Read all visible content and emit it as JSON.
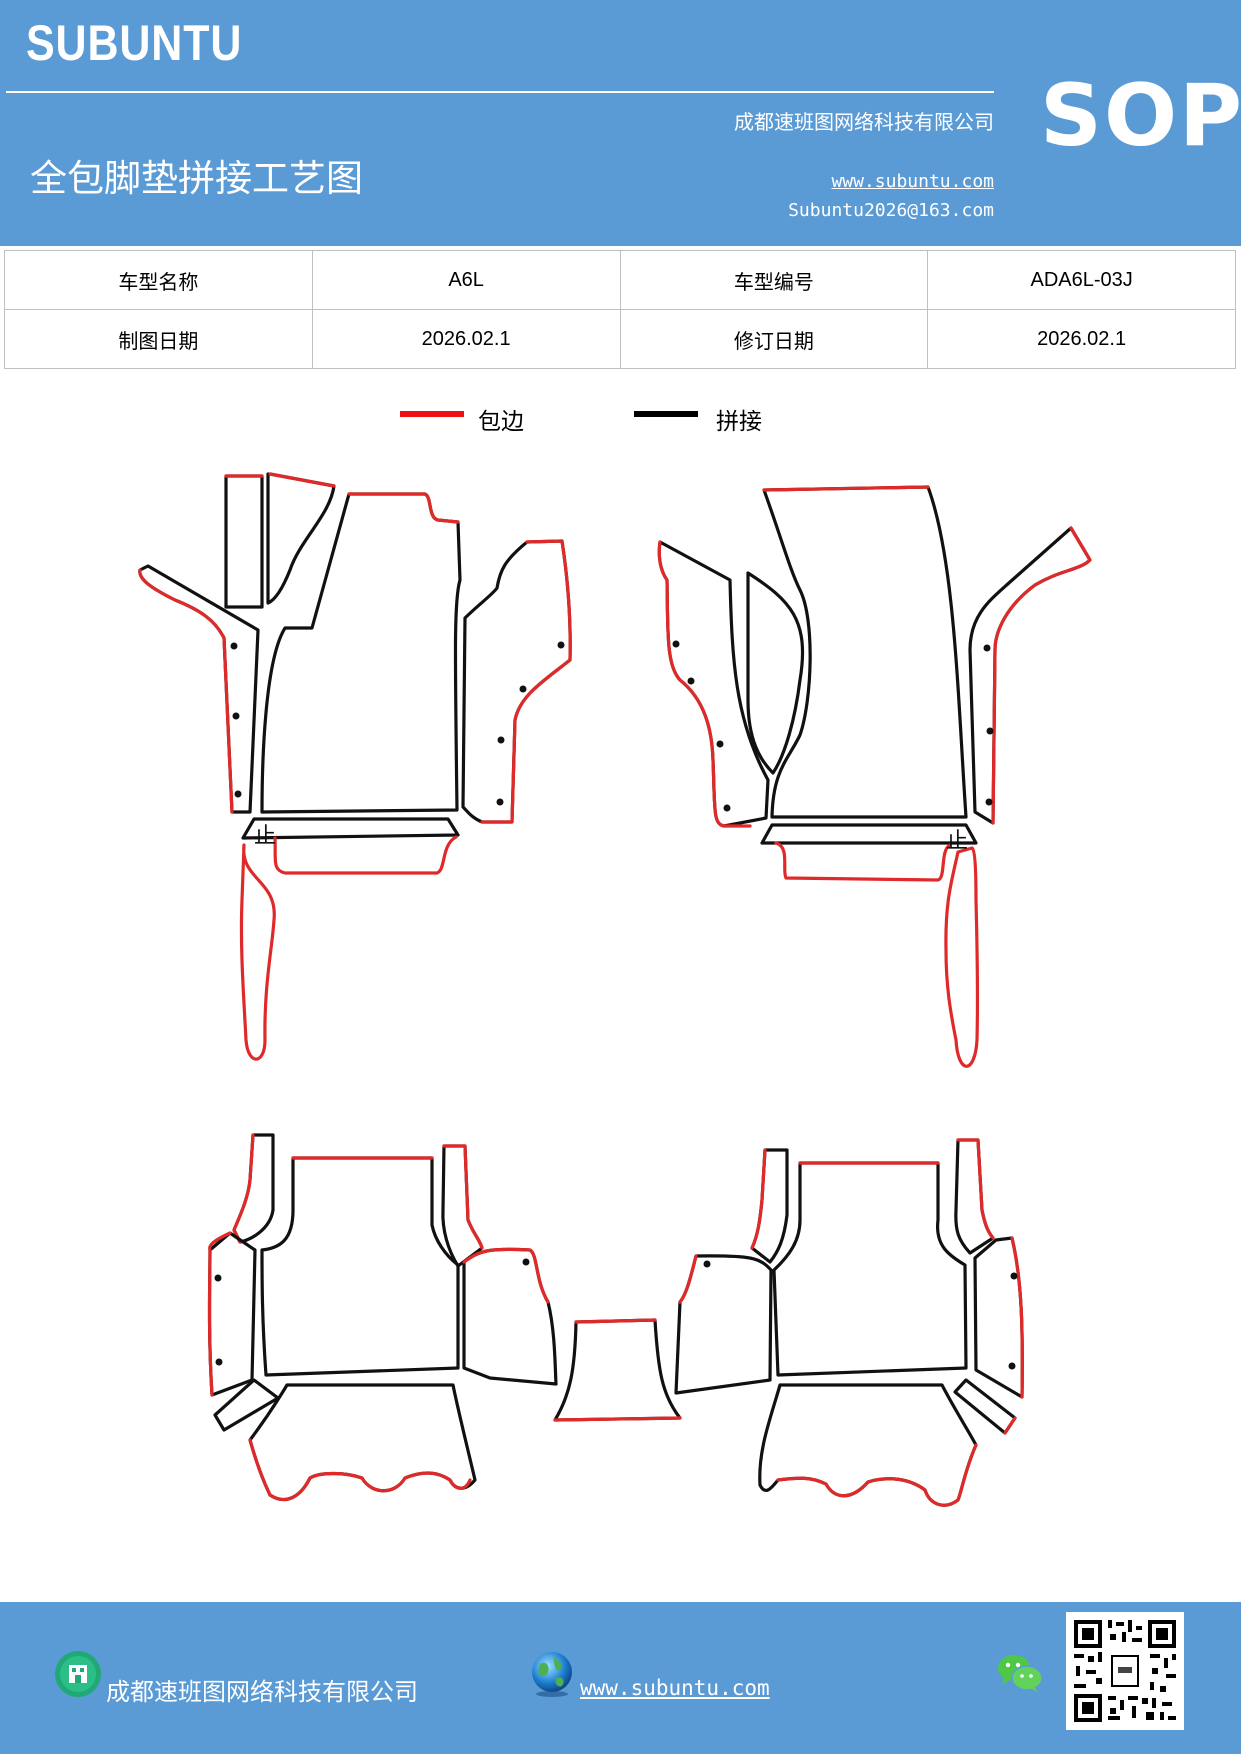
{
  "header": {
    "brand": "SUBUNTU",
    "company": "成都速班图网络科技有限公司",
    "title": "全包脚垫拼接工艺图",
    "website": "www.subuntu.com",
    "email": "Subuntu2026@163.com",
    "tag": "SOP"
  },
  "info_table": {
    "rows": [
      [
        "车型名称",
        "A6L",
        "车型编号",
        "ADA6L-03J"
      ],
      [
        "制图日期",
        "2026.02.1",
        "修订日期",
        "2026.02.1"
      ]
    ]
  },
  "legend": {
    "items": [
      {
        "label": "包边",
        "color": "#ee1111"
      },
      {
        "label": "拼接",
        "color": "#000000"
      }
    ]
  },
  "diagram": {
    "edge_color": "#e02a2a",
    "seam_color": "#111111",
    "markers": [
      "止",
      "止"
    ]
  },
  "footer": {
    "company": "成都速班图网络科技有限公司",
    "website": "www.subuntu.com ",
    "icons": [
      "building-icon",
      "globe-icon",
      "wechat-icon",
      "qr-code"
    ]
  }
}
